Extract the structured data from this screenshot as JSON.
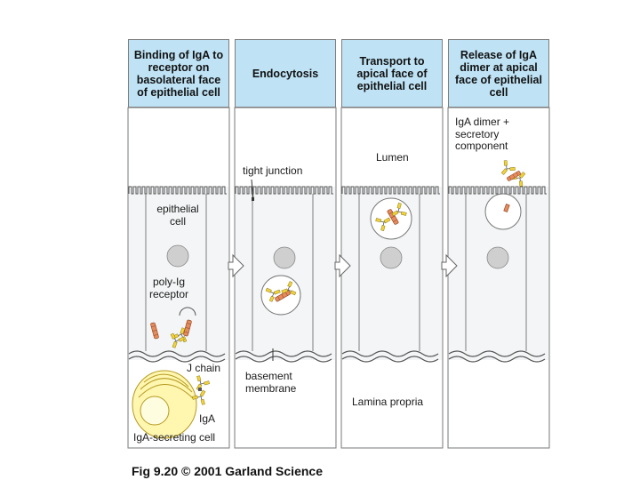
{
  "panels": [
    {
      "title": "Binding of IgA to receptor on basolateral face of epithelial cell"
    },
    {
      "title": "Endocytosis"
    },
    {
      "title": "Transport to apical face of epithelial cell"
    },
    {
      "title": "Release of IgA dimer at apical face of epithelial cell"
    }
  ],
  "labels": {
    "epithelial_cell": "epithelial cell",
    "poly_ig_receptor": "poly-Ig receptor",
    "j_chain": "J chain",
    "iga": "IgA",
    "iga_secreting_cell": "IgA-secreting cell",
    "tight_junction": "tight junction",
    "basement_membrane": "basement membrane",
    "lumen": "Lumen",
    "lamina_propria": "Lamina propria",
    "iga_dimer_sc": "IgA dimer + secretory component"
  },
  "caption": "Fig 9.20  © 2001 Garland Science",
  "colors": {
    "header_bg": "#bfe3f5",
    "cell_fill": "#f3f5f6",
    "nucleus": "#cfcfcf",
    "receptor": "#e58b5c",
    "antibody": "#f2d23c",
    "plasma_cell": "#fff6b0"
  }
}
